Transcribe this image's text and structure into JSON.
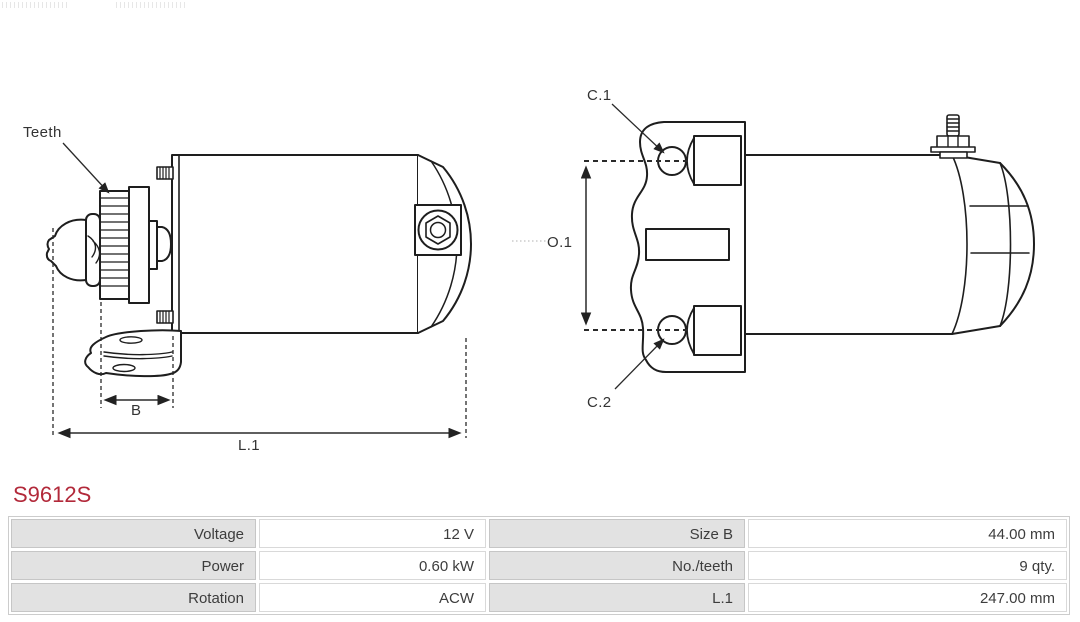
{
  "watermark_icon": "as-pl-logo-faint",
  "part_number": "S9612S",
  "colors": {
    "part_number": "#b2293a",
    "drawing_line": "#1e1e1e",
    "table_label_bg": "#e2e2e2"
  },
  "diagram": {
    "labels": {
      "teeth": "Teeth",
      "b": "B",
      "l1": "L.1",
      "c1": "C.1",
      "o1": "O.1",
      "c2": "C.2"
    }
  },
  "specs": {
    "rows": [
      {
        "label_left": "Voltage",
        "value_left": "12 V",
        "label_right": "Size B",
        "value_right": "44.00 mm"
      },
      {
        "label_left": "Power",
        "value_left": "0.60 kW",
        "label_right": "No./teeth",
        "value_right": "9 qty."
      },
      {
        "label_left": "Rotation",
        "value_left": "ACW",
        "label_right": "L.1",
        "value_right": "247.00 mm"
      }
    ]
  }
}
